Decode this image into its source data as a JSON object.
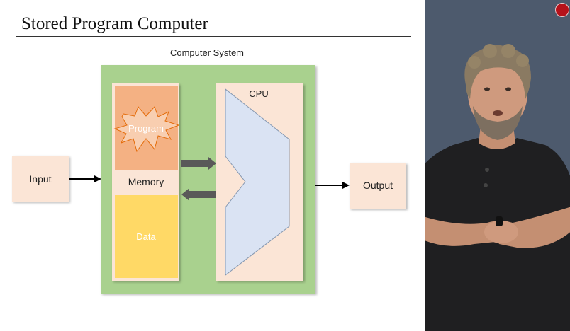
{
  "slide": {
    "title": "Stored Program Computer"
  },
  "diagram": {
    "system_label": "Computer System",
    "input_label": "Input",
    "output_label": "Output",
    "memory_label": "Memory",
    "program_label": "Program",
    "data_label": "Data",
    "cpu_label": "CPU"
  },
  "colors": {
    "system_bg": "#a9d18e",
    "box_fill": "#fbe5d6",
    "program_fill": "#f4b183",
    "data_fill": "#ffd966",
    "cpu_body": "#dae3f3",
    "bus_arrow": "#595959",
    "speaker_bg": "#4d5a6d",
    "logo": "#b5121b"
  },
  "speaker": {
    "icon": "logo-badge-icon"
  }
}
